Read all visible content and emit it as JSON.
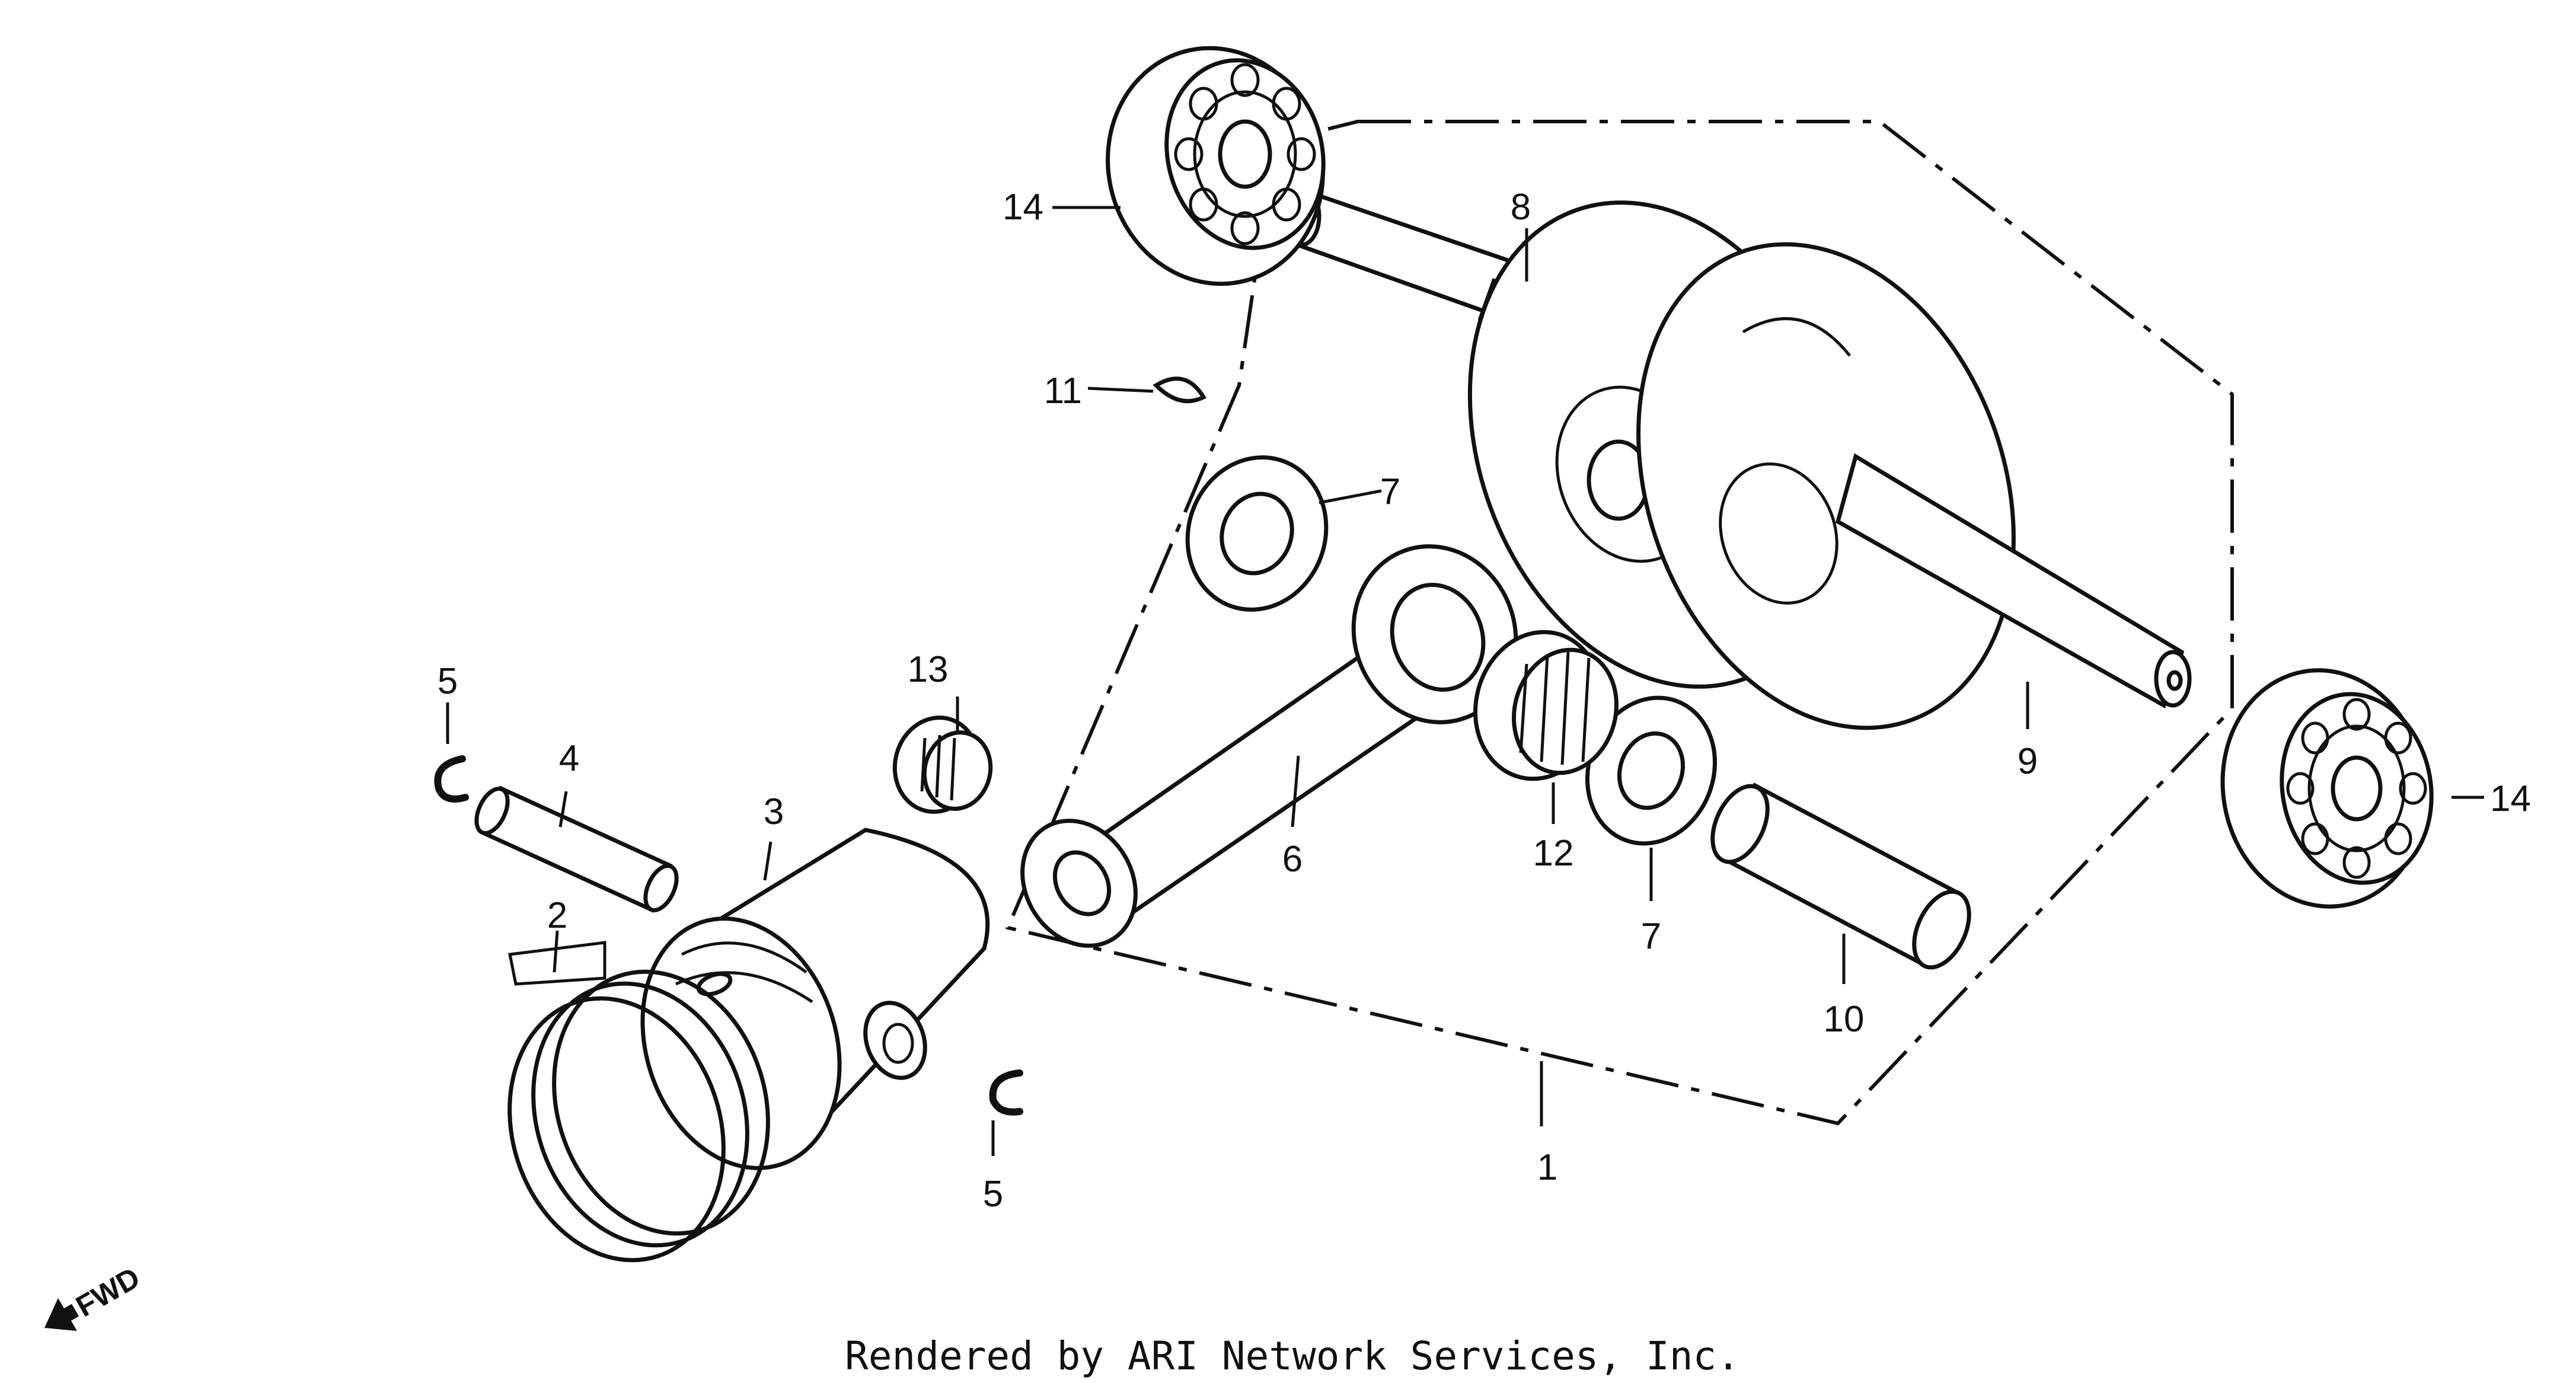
{
  "diagram": {
    "callouts": [
      {
        "id": "c1",
        "label": "1"
      },
      {
        "id": "c2",
        "label": "2"
      },
      {
        "id": "c3",
        "label": "3"
      },
      {
        "id": "c4",
        "label": "4"
      },
      {
        "id": "c5a",
        "label": "5"
      },
      {
        "id": "c5b",
        "label": "5"
      },
      {
        "id": "c6",
        "label": "6"
      },
      {
        "id": "c7a",
        "label": "7"
      },
      {
        "id": "c7b",
        "label": "7"
      },
      {
        "id": "c8",
        "label": "8"
      },
      {
        "id": "c9",
        "label": "9"
      },
      {
        "id": "c10",
        "label": "10"
      },
      {
        "id": "c11",
        "label": "11"
      },
      {
        "id": "c12",
        "label": "12"
      },
      {
        "id": "c13",
        "label": "13"
      },
      {
        "id": "c14a",
        "label": "14"
      },
      {
        "id": "c14b",
        "label": "14"
      }
    ],
    "fwd_label": "FWD",
    "credit": "Rendered by ARI Network Services, Inc."
  }
}
